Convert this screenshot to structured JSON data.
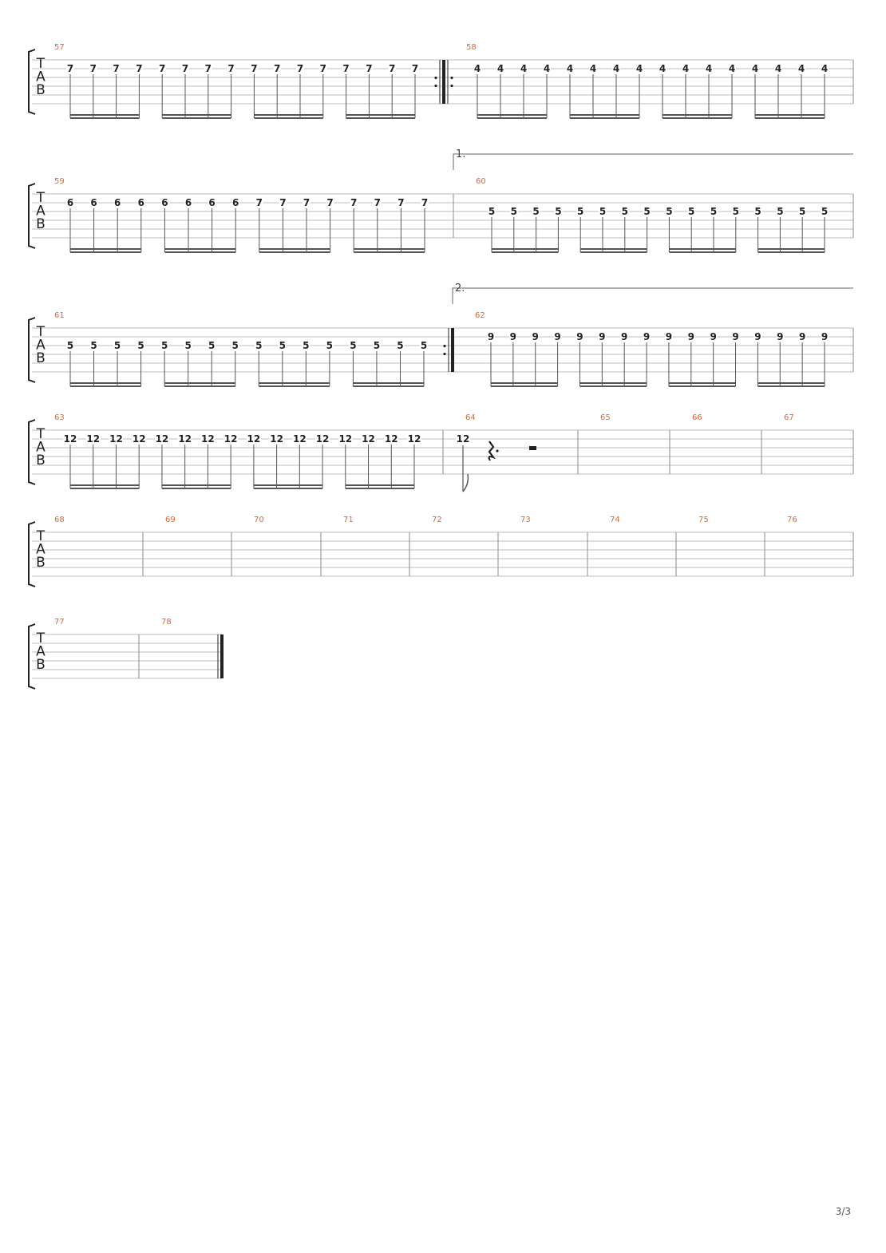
{
  "staff_letters": [
    "T",
    "A",
    "B"
  ],
  "colors": {
    "measure_number": "#e8652b",
    "staff_line": "#bdbdbd",
    "ink": "#222222",
    "beam": "#555555"
  },
  "page_number": "3/3",
  "systems": [
    {
      "measures": [
        {
          "number": "57",
          "notes": [
            "7",
            "7",
            "7",
            "7",
            "7",
            "7",
            "7",
            "7",
            "7",
            "7",
            "7",
            "7",
            "7",
            "7",
            "7",
            "7"
          ],
          "string": 2,
          "end_barline": "repeat-end"
        },
        {
          "number": "58",
          "start_barline": "repeat-start",
          "notes": [
            "4",
            "4",
            "4",
            "4",
            "4",
            "4",
            "4",
            "4",
            "4",
            "4",
            "4",
            "4",
            "4",
            "4",
            "4",
            "4"
          ],
          "string": 2
        }
      ]
    },
    {
      "volta": {
        "label": "1.",
        "measure": 1
      },
      "measures": [
        {
          "number": "59",
          "notes": [
            "6",
            "6",
            "6",
            "6",
            "6",
            "6",
            "6",
            "6",
            "7",
            "7",
            "7",
            "7",
            "7",
            "7",
            "7",
            "7"
          ],
          "string": 2
        },
        {
          "number": "60",
          "notes": [
            "5",
            "5",
            "5",
            "5",
            "5",
            "5",
            "5",
            "5",
            "5",
            "5",
            "5",
            "5",
            "5",
            "5",
            "5",
            "5"
          ],
          "string": 3
        }
      ]
    },
    {
      "volta": {
        "label": "2.",
        "measure": 1
      },
      "measures": [
        {
          "number": "61",
          "notes": [
            "5",
            "5",
            "5",
            "5",
            "5",
            "5",
            "5",
            "5",
            "5",
            "5",
            "5",
            "5",
            "5",
            "5",
            "5",
            "5"
          ],
          "string": 3,
          "end_barline": "repeat-end"
        },
        {
          "number": "62",
          "notes": [
            "9",
            "9",
            "9",
            "9",
            "9",
            "9",
            "9",
            "9",
            "9",
            "9",
            "9",
            "9",
            "9",
            "9",
            "9",
            "9"
          ],
          "string": 2
        }
      ]
    },
    {
      "measures": [
        {
          "number": "63",
          "notes": [
            "12",
            "12",
            "12",
            "12",
            "12",
            "12",
            "12",
            "12",
            "12",
            "12",
            "12",
            "12",
            "12",
            "12",
            "12",
            "12"
          ],
          "string": 2
        },
        {
          "number": "64",
          "notes": [
            "12"
          ],
          "string": 2,
          "note_value": "eighth",
          "rests": [
            "dotted-quarter",
            "half"
          ]
        },
        {
          "number": "65",
          "notes": []
        },
        {
          "number": "66",
          "notes": []
        },
        {
          "number": "67",
          "notes": []
        }
      ]
    },
    {
      "measures": [
        {
          "number": "68",
          "notes": []
        },
        {
          "number": "69",
          "notes": []
        },
        {
          "number": "70",
          "notes": []
        },
        {
          "number": "71",
          "notes": []
        },
        {
          "number": "72",
          "notes": []
        },
        {
          "number": "73",
          "notes": []
        },
        {
          "number": "74",
          "notes": []
        },
        {
          "number": "75",
          "notes": []
        },
        {
          "number": "76",
          "notes": []
        }
      ]
    },
    {
      "measures": [
        {
          "number": "77",
          "notes": []
        },
        {
          "number": "78",
          "notes": [],
          "end_barline": "final"
        }
      ]
    }
  ]
}
